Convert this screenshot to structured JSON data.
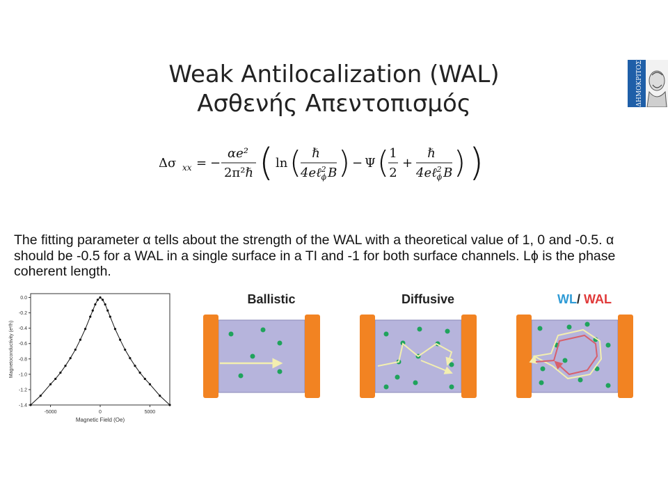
{
  "slide": {
    "title_line1": "Weak Antilocalization (WAL)",
    "title_line2": "Ασθενής Απεντοπισμός",
    "logo_letters": "ΔΗΜΟΚΡΙΤΟΣ",
    "paragraph": "The fitting parameter α tells about the strength of the WAL with a theoretical value of 1, 0 and -0.5. α should be -0.5 for a WAL in a single surface in a TI and -1 for both surface channels. Lϕ is the phase coherent length."
  },
  "formula": {
    "lhs": "Δσ",
    "lhs_sub": "xx",
    "eq": "=",
    "minus": "−",
    "num": "αe²",
    "den": "2π²ℏ",
    "ln": "ln",
    "hbar": "ℏ",
    "inner_den": "4eℓ",
    "phi": "ϕ",
    "sq": "2",
    "B": "B",
    "Psi": "Ψ",
    "one": "1",
    "two": "2",
    "plus": "+"
  },
  "panels": {
    "ballistic": "Ballistic",
    "diffusive": "Diffusive",
    "wl": "WL",
    "slash": "/ ",
    "wal": "WAL"
  },
  "chart_data": {
    "type": "line",
    "title": "",
    "xlabel": "Magnetic Field (Oe)",
    "ylabel": "Magnetoconductivity (e²/h)",
    "xlim": [
      -7000,
      7000
    ],
    "ylim": [
      -1.4,
      0.05
    ],
    "xticks": [
      -5000,
      0,
      5000
    ],
    "xtick_labels": [
      "-5000",
      "0",
      "5000"
    ],
    "yticks": [
      0.0,
      -0.2,
      -0.4,
      -0.6,
      -0.8,
      -1.0,
      -1.2,
      -1.4
    ],
    "ytick_labels": [
      "0.0",
      "-0.2",
      "-0.4",
      "-0.6",
      "-0.8",
      "-1.0",
      "-1.2",
      "-1.4"
    ],
    "x": [
      -7000,
      -6000,
      -5000,
      -4500,
      -4000,
      -3500,
      -3000,
      -2500,
      -2000,
      -1500,
      -1000,
      -750,
      -500,
      -250,
      0,
      250,
      500,
      750,
      1000,
      1500,
      2000,
      2500,
      3000,
      3500,
      4000,
      4500,
      5000,
      6000,
      7000
    ],
    "y": [
      -1.4,
      -1.28,
      -1.13,
      -1.06,
      -0.98,
      -0.89,
      -0.79,
      -0.68,
      -0.55,
      -0.41,
      -0.25,
      -0.17,
      -0.09,
      -0.03,
      0.0,
      -0.03,
      -0.09,
      -0.17,
      -0.25,
      -0.41,
      -0.55,
      -0.68,
      -0.79,
      -0.89,
      -0.98,
      -1.06,
      -1.13,
      -1.28,
      -1.4
    ],
    "grid": false,
    "marker": "filled-circle"
  },
  "colors": {
    "electrode": "#f28322",
    "channel": "#b6b4dc",
    "impurity": "#1fa35c",
    "arrow_light": "#f3efb0",
    "arrow_red": "#d7606c",
    "wl_text": "#2f9bd6",
    "wal_text": "#e03a3a",
    "logo_blue": "#1f5fa8"
  }
}
